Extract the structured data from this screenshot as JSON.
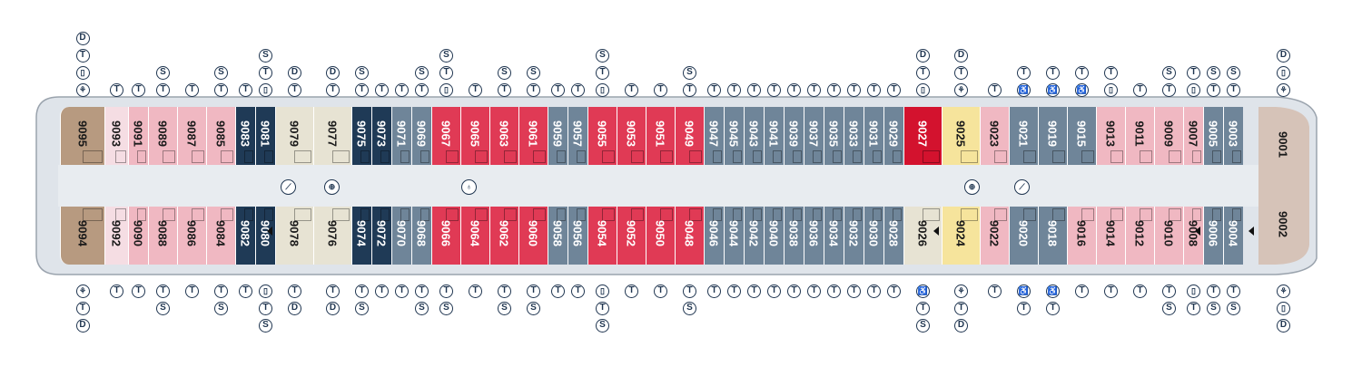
{
  "legend_symbol_labels": {
    "D": "D",
    "T": "T",
    "S": "S"
  },
  "colors": {
    "hull_fill": "#dfe4ea",
    "hull_stroke": "#9aa3ad",
    "corridor": "#e8ecf0",
    "symbol_ink": "#1f3550",
    "cat_suite_brown": "#b79a80",
    "cat_aft_pale": "#f5dde3",
    "cat_pink": "#f0b8c2",
    "cat_navy": "#1f3a56",
    "cat_beige": "#e7e3d3",
    "cat_slate": "#6f8599",
    "cat_red": "#e03a55",
    "cat_crimson": "#d3122e",
    "cat_yellow": "#f6e49c",
    "cat_fwd_tan": "#d6c3b8"
  },
  "amenity_icons": [
    "stairs-icon",
    "elevator-icon",
    "ice-machine-icon"
  ],
  "top_cabins": [
    {
      "num": "9095",
      "color": "cat_suite_brown",
      "syms": [
        "D",
        "T",
        "bath",
        "twin"
      ]
    },
    {
      "num": "9093",
      "color": "cat_aft_pale",
      "syms": [
        "T"
      ]
    },
    {
      "num": "9091",
      "color": "cat_pink",
      "syms": [
        "T"
      ]
    },
    {
      "num": "9089",
      "color": "cat_pink",
      "syms": [
        "S",
        "T"
      ]
    },
    {
      "num": "9087",
      "color": "cat_pink",
      "syms": [
        "T"
      ]
    },
    {
      "num": "9085",
      "color": "cat_pink",
      "syms": [
        "S",
        "T"
      ]
    },
    {
      "num": "9083",
      "color": "cat_navy",
      "syms": [
        "T"
      ]
    },
    {
      "num": "9081",
      "color": "cat_navy",
      "syms": [
        "S",
        "T",
        "bath"
      ],
      "marker": true
    },
    {
      "num": "9079",
      "color": "cat_beige",
      "syms": [
        "D",
        "T"
      ]
    },
    {
      "num": "9077",
      "color": "cat_beige",
      "syms": [
        "D",
        "T"
      ]
    },
    {
      "num": "9075",
      "color": "cat_navy",
      "syms": [
        "S",
        "T"
      ]
    },
    {
      "num": "9073",
      "color": "cat_navy",
      "syms": [
        "T"
      ]
    },
    {
      "num": "9071",
      "color": "cat_slate",
      "syms": [
        "T"
      ]
    },
    {
      "num": "9069",
      "color": "cat_slate",
      "syms": [
        "S",
        "T"
      ]
    },
    {
      "num": "9067",
      "color": "cat_red",
      "syms": [
        "S",
        "T",
        "bath"
      ]
    },
    {
      "num": "9065",
      "color": "cat_red",
      "syms": [
        "T"
      ]
    },
    {
      "num": "9063",
      "color": "cat_red",
      "syms": [
        "S",
        "T"
      ]
    },
    {
      "num": "9061",
      "color": "cat_red",
      "syms": [
        "S",
        "T"
      ]
    },
    {
      "num": "9059",
      "color": "cat_slate",
      "syms": [
        "T"
      ]
    },
    {
      "num": "9057",
      "color": "cat_slate",
      "syms": [
        "T"
      ]
    },
    {
      "num": "9055",
      "color": "cat_red",
      "syms": [
        "S",
        "T",
        "bath"
      ]
    },
    {
      "num": "9053",
      "color": "cat_red",
      "syms": [
        "T"
      ]
    },
    {
      "num": "9051",
      "color": "cat_red",
      "syms": [
        "T"
      ]
    },
    {
      "num": "9049",
      "color": "cat_red",
      "syms": [
        "S",
        "T"
      ]
    },
    {
      "num": "9047",
      "color": "cat_slate",
      "syms": [
        "T"
      ]
    },
    {
      "num": "9045",
      "color": "cat_slate",
      "syms": [
        "T"
      ]
    },
    {
      "num": "9043",
      "color": "cat_slate",
      "syms": [
        "T"
      ]
    },
    {
      "num": "9041",
      "color": "cat_slate",
      "syms": [
        "T"
      ]
    },
    {
      "num": "9039",
      "color": "cat_slate",
      "syms": [
        "T"
      ]
    },
    {
      "num": "9037",
      "color": "cat_slate",
      "syms": [
        "T"
      ]
    },
    {
      "num": "9035",
      "color": "cat_slate",
      "syms": [
        "T"
      ]
    },
    {
      "num": "9033",
      "color": "cat_slate",
      "syms": [
        "T"
      ]
    },
    {
      "num": "9031",
      "color": "cat_slate",
      "syms": [
        "T"
      ]
    },
    {
      "num": "9029",
      "color": "cat_slate",
      "syms": [
        "T"
      ],
      "marker": true
    },
    {
      "num": "9027",
      "color": "cat_crimson",
      "syms": [
        "D",
        "T",
        "bath"
      ]
    },
    {
      "num": "9025",
      "color": "cat_yellow",
      "syms": [
        "D",
        "T",
        "twin"
      ]
    },
    {
      "num": "9023",
      "color": "cat_pink",
      "syms": [
        "T"
      ]
    },
    {
      "num": "9021",
      "color": "cat_slate",
      "syms": [
        "T",
        "acc"
      ]
    },
    {
      "num": "9019",
      "color": "cat_slate",
      "syms": [
        "T",
        "acc"
      ]
    },
    {
      "num": "9015",
      "color": "cat_slate",
      "syms": [
        "T",
        "acc"
      ]
    },
    {
      "num": "9013",
      "color": "cat_pink",
      "syms": [
        "T",
        "bath"
      ],
      "marker": true
    },
    {
      "num": "9011",
      "color": "cat_pink",
      "syms": [
        "T"
      ]
    },
    {
      "num": "9009",
      "color": "cat_pink",
      "syms": [
        "S",
        "T"
      ]
    },
    {
      "num": "9007",
      "color": "cat_pink",
      "syms": [
        "T",
        "bath"
      ],
      "marker": true
    },
    {
      "num": "9005",
      "color": "cat_slate",
      "syms": [
        "S",
        "T"
      ]
    },
    {
      "num": "9003",
      "color": "cat_slate",
      "syms": [
        "S",
        "T"
      ]
    },
    {
      "num": "9001",
      "color": "cat_fwd_tan",
      "syms": [
        "D",
        "bath",
        "twin"
      ]
    }
  ],
  "bottom_cabins": [
    {
      "num": "9094",
      "color": "cat_suite_brown",
      "syms": [
        "twin",
        "T",
        "D"
      ]
    },
    {
      "num": "9092",
      "color": "cat_aft_pale",
      "syms": [
        "T"
      ]
    },
    {
      "num": "9090",
      "color": "cat_pink",
      "syms": [
        "T"
      ]
    },
    {
      "num": "9088",
      "color": "cat_pink",
      "syms": [
        "T",
        "S"
      ]
    },
    {
      "num": "9086",
      "color": "cat_pink",
      "syms": [
        "T"
      ]
    },
    {
      "num": "9084",
      "color": "cat_pink",
      "syms": [
        "T",
        "S"
      ]
    },
    {
      "num": "9082",
      "color": "cat_navy",
      "syms": [
        "T"
      ]
    },
    {
      "num": "9080",
      "color": "cat_navy",
      "syms": [
        "bath",
        "T",
        "S"
      ],
      "marker": true
    },
    {
      "num": "9078",
      "color": "cat_beige",
      "syms": [
        "T",
        "D"
      ]
    },
    {
      "num": "9076",
      "color": "cat_beige",
      "syms": [
        "T",
        "D"
      ]
    },
    {
      "num": "9074",
      "color": "cat_navy",
      "syms": [
        "T",
        "S"
      ]
    },
    {
      "num": "9072",
      "color": "cat_navy",
      "syms": [
        "T"
      ]
    },
    {
      "num": "9070",
      "color": "cat_slate",
      "syms": [
        "T"
      ]
    },
    {
      "num": "9068",
      "color": "cat_slate",
      "syms": [
        "T",
        "S"
      ]
    },
    {
      "num": "9066",
      "color": "cat_red",
      "syms": [
        "T",
        "S"
      ]
    },
    {
      "num": "9064",
      "color": "cat_red",
      "syms": [
        "T"
      ]
    },
    {
      "num": "9062",
      "color": "cat_red",
      "syms": [
        "T",
        "S"
      ]
    },
    {
      "num": "9060",
      "color": "cat_red",
      "syms": [
        "T",
        "S"
      ]
    },
    {
      "num": "9058",
      "color": "cat_slate",
      "syms": [
        "T"
      ]
    },
    {
      "num": "9056",
      "color": "cat_slate",
      "syms": [
        "T"
      ]
    },
    {
      "num": "9054",
      "color": "cat_red",
      "syms": [
        "bath",
        "T",
        "S"
      ]
    },
    {
      "num": "9052",
      "color": "cat_red",
      "syms": [
        "T"
      ]
    },
    {
      "num": "9050",
      "color": "cat_red",
      "syms": [
        "T"
      ]
    },
    {
      "num": "9048",
      "color": "cat_red",
      "syms": [
        "T",
        "S"
      ]
    },
    {
      "num": "9046",
      "color": "cat_slate",
      "syms": [
        "T"
      ]
    },
    {
      "num": "9044",
      "color": "cat_slate",
      "syms": [
        "T"
      ]
    },
    {
      "num": "9042",
      "color": "cat_slate",
      "syms": [
        "T"
      ]
    },
    {
      "num": "9040",
      "color": "cat_slate",
      "syms": [
        "T"
      ]
    },
    {
      "num": "9038",
      "color": "cat_slate",
      "syms": [
        "T"
      ]
    },
    {
      "num": "9036",
      "color": "cat_slate",
      "syms": [
        "T"
      ]
    },
    {
      "num": "9034",
      "color": "cat_slate",
      "syms": [
        "T"
      ]
    },
    {
      "num": "9032",
      "color": "cat_slate",
      "syms": [
        "T"
      ]
    },
    {
      "num": "9030",
      "color": "cat_slate",
      "syms": [
        "T"
      ]
    },
    {
      "num": "9028",
      "color": "cat_slate",
      "syms": [
        "T"
      ]
    },
    {
      "num": "9026",
      "color": "cat_beige",
      "syms": [
        "acc",
        "T",
        "S"
      ],
      "marker": true
    },
    {
      "num": "9024",
      "color": "cat_yellow",
      "syms": [
        "twin",
        "T",
        "D"
      ]
    },
    {
      "num": "9022",
      "color": "cat_pink",
      "syms": [
        "T"
      ]
    },
    {
      "num": "9020",
      "color": "cat_slate",
      "syms": [
        "acc",
        "T"
      ]
    },
    {
      "num": "9018",
      "color": "cat_slate",
      "syms": [
        "acc",
        "T"
      ]
    },
    {
      "num": "9016",
      "color": "cat_pink",
      "syms": [
        "T"
      ]
    },
    {
      "num": "9014",
      "color": "cat_pink",
      "syms": [
        "T"
      ]
    },
    {
      "num": "9012",
      "color": "cat_pink",
      "syms": [
        "T"
      ]
    },
    {
      "num": "9010",
      "color": "cat_pink",
      "syms": [
        "T",
        "S"
      ]
    },
    {
      "num": "9008",
      "color": "cat_pink",
      "syms": [
        "bath",
        "T"
      ],
      "marker": true
    },
    {
      "num": "9006",
      "color": "cat_slate",
      "syms": [
        "T",
        "S"
      ]
    },
    {
      "num": "9004",
      "color": "cat_slate",
      "syms": [
        "T",
        "S"
      ]
    },
    {
      "num": "9002",
      "color": "cat_fwd_tan",
      "syms": [
        "twin",
        "bath",
        "D"
      ],
      "marker": true
    }
  ]
}
